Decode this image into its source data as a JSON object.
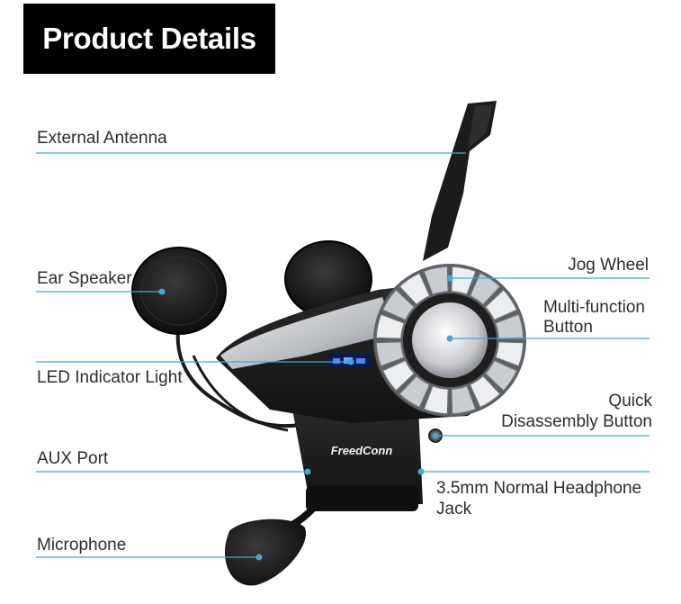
{
  "header": {
    "title": "Product Details"
  },
  "brand": {
    "logo_text": "FreedConn"
  },
  "labels": {
    "external_antenna": "External Antenna",
    "ear_speaker": "Ear Speaker",
    "led_indicator": "LED Indicator Light",
    "aux_port": "AUX Port",
    "microphone": "Microphone",
    "jog_wheel": "Jog Wheel",
    "multi_function_1": "Multi-function",
    "multi_function_2": "Button",
    "quick_disassembly_1": "Quick",
    "quick_disassembly_2": "Disassembly Button",
    "headphone_jack_1": "3.5mm Normal Headphone",
    "headphone_jack_2": "Jack"
  },
  "colors": {
    "callout_line": "#3fa9dc",
    "banner": "#000000",
    "led": "#3a7bff"
  }
}
